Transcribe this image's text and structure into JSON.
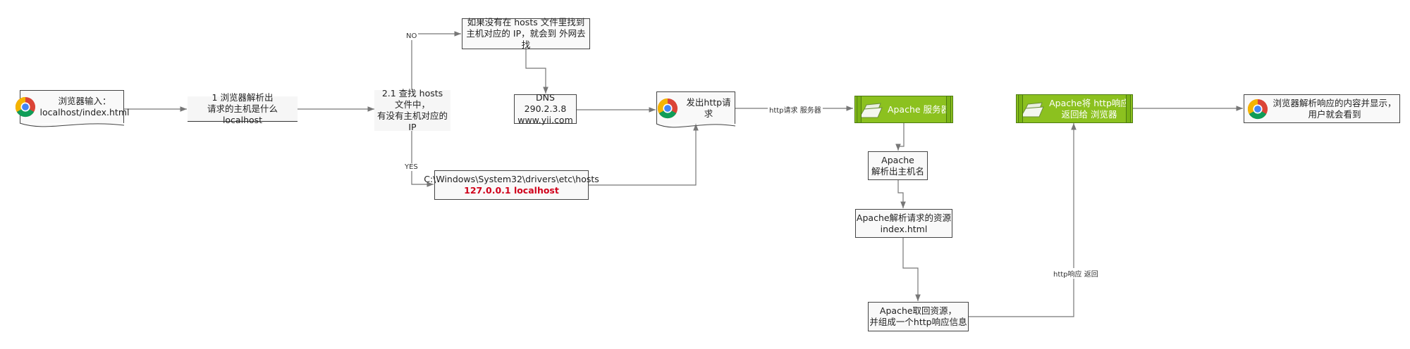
{
  "nodes": {
    "browser_input": "浏览器输入：\nlocalhost/index.html",
    "parse_host": "1 浏览器解析出\n请求的主机是什么 localhost",
    "find_hosts": "2.1 查找 hosts\n文件中，\n有没有主机对应的IP",
    "not_found": "如果没有在 hosts 文件里找到\n主机对应的 IP，就会到 外网去找",
    "dns": "DNS 290.2.3.8\nwww.yii.com",
    "hosts_file_path": "C:\\Windows\\System32\\drivers\\etc\\hosts",
    "hosts_file_entry": "127.0.0.1 localhost",
    "send_http": "发出http请求",
    "apache_server": "Apache 服务器",
    "apache_hostname": "Apache\n解析出主机名",
    "apache_resource": "Apache解析请求的资源\nindex.html",
    "apache_fetch": "Apache取回资源，\n并组成一个http响应信息",
    "apache_return": "Apache将 http响应\n返回给 浏览器",
    "browser_display": "浏览器解析响应的内容并显示，\n用户就会看到"
  },
  "edge_labels": {
    "no": "NO",
    "yes": "YES",
    "http_request_server": "http请求 服务器",
    "http_response_return": "http响应 返回"
  },
  "colors": {
    "line": "#777777",
    "green_fill": "#8cc11f",
    "highlight_text": "#d0021b"
  },
  "icons": {
    "browser": "chrome-icon",
    "server": "server-folder-icon"
  }
}
